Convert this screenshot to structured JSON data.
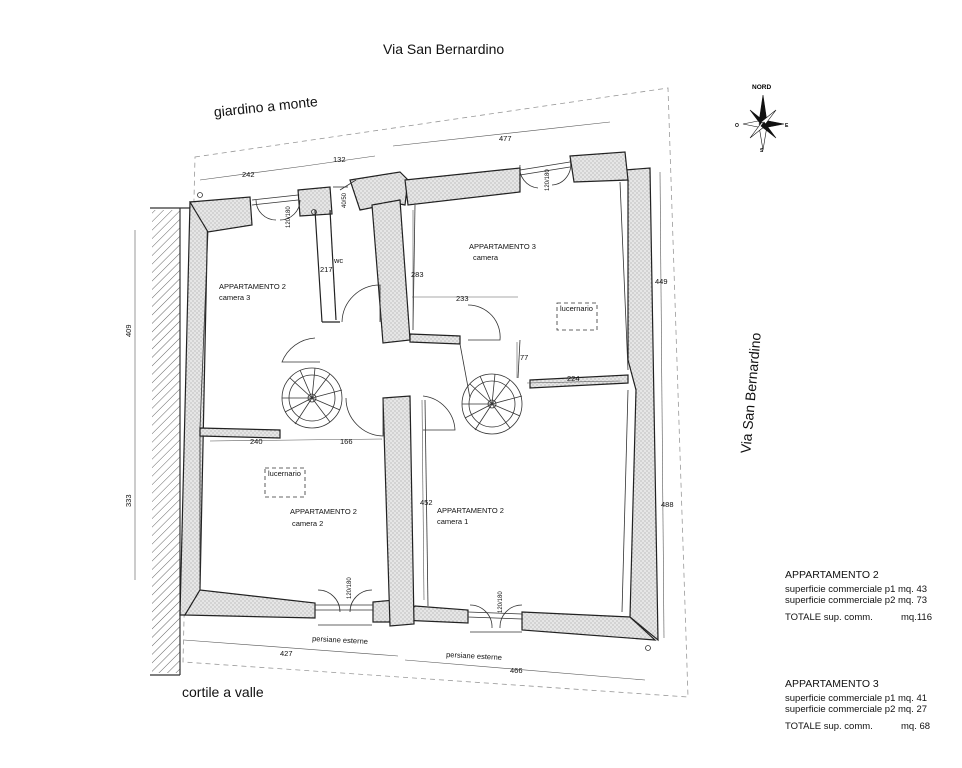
{
  "labels": {
    "street_top": "Via San Bernardino",
    "street_right": "Via San Bernardino",
    "garden": "giardino a monte",
    "courtyard": "cortile a valle"
  },
  "compass": {
    "north": "NORD",
    "south": "S",
    "east": "E",
    "west": "O"
  },
  "rooms": {
    "apt2_cam3_a": "APPARTAMENTO 2",
    "apt2_cam3_b": "camera 3",
    "apt3_cam_a": "APPARTAMENTO 3",
    "apt3_cam_b": "camera",
    "apt2_cam2_a": "APPARTAMENTO 2",
    "apt2_cam2_b": "camera 2",
    "apt2_cam1_a": "APPARTAMENTO 2",
    "apt2_cam1_b": "camera 1",
    "wc": "wc",
    "skylight_1": "lucernario",
    "skylight_2": "lucernario",
    "shutters_1": "persiane esterne",
    "shutters_2": "persiane esterne"
  },
  "dimensions": {
    "d242": "242",
    "d132": "132",
    "d477": "477",
    "d409": "409",
    "d333": "333",
    "d449": "449",
    "d488": "488",
    "d217": "217",
    "d283": "283",
    "d233": "233",
    "d77": "77",
    "d224": "224",
    "d240": "240",
    "d166": "166",
    "d452": "452",
    "d427": "427",
    "d466": "466",
    "win1": "120/180",
    "win2": "40/50",
    "win3": "120/180",
    "win4": "120/180",
    "win5": "120/180"
  },
  "summary": {
    "apt2": {
      "title": "APPARTAMENTO 2",
      "p1": "superficie commerciale p1 mq. 43",
      "p2": "superficie commerciale p2 mq. 73",
      "total_label": "TOTALE sup. comm.",
      "total_value": "mq.116"
    },
    "apt3": {
      "title": "APPARTAMENTO 3",
      "p1": "superficie commerciale p1 mq. 41",
      "p2": "superficie commerciale p2 mq. 27",
      "total_label": "TOTALE sup. comm.",
      "total_value": "mq. 68"
    }
  }
}
